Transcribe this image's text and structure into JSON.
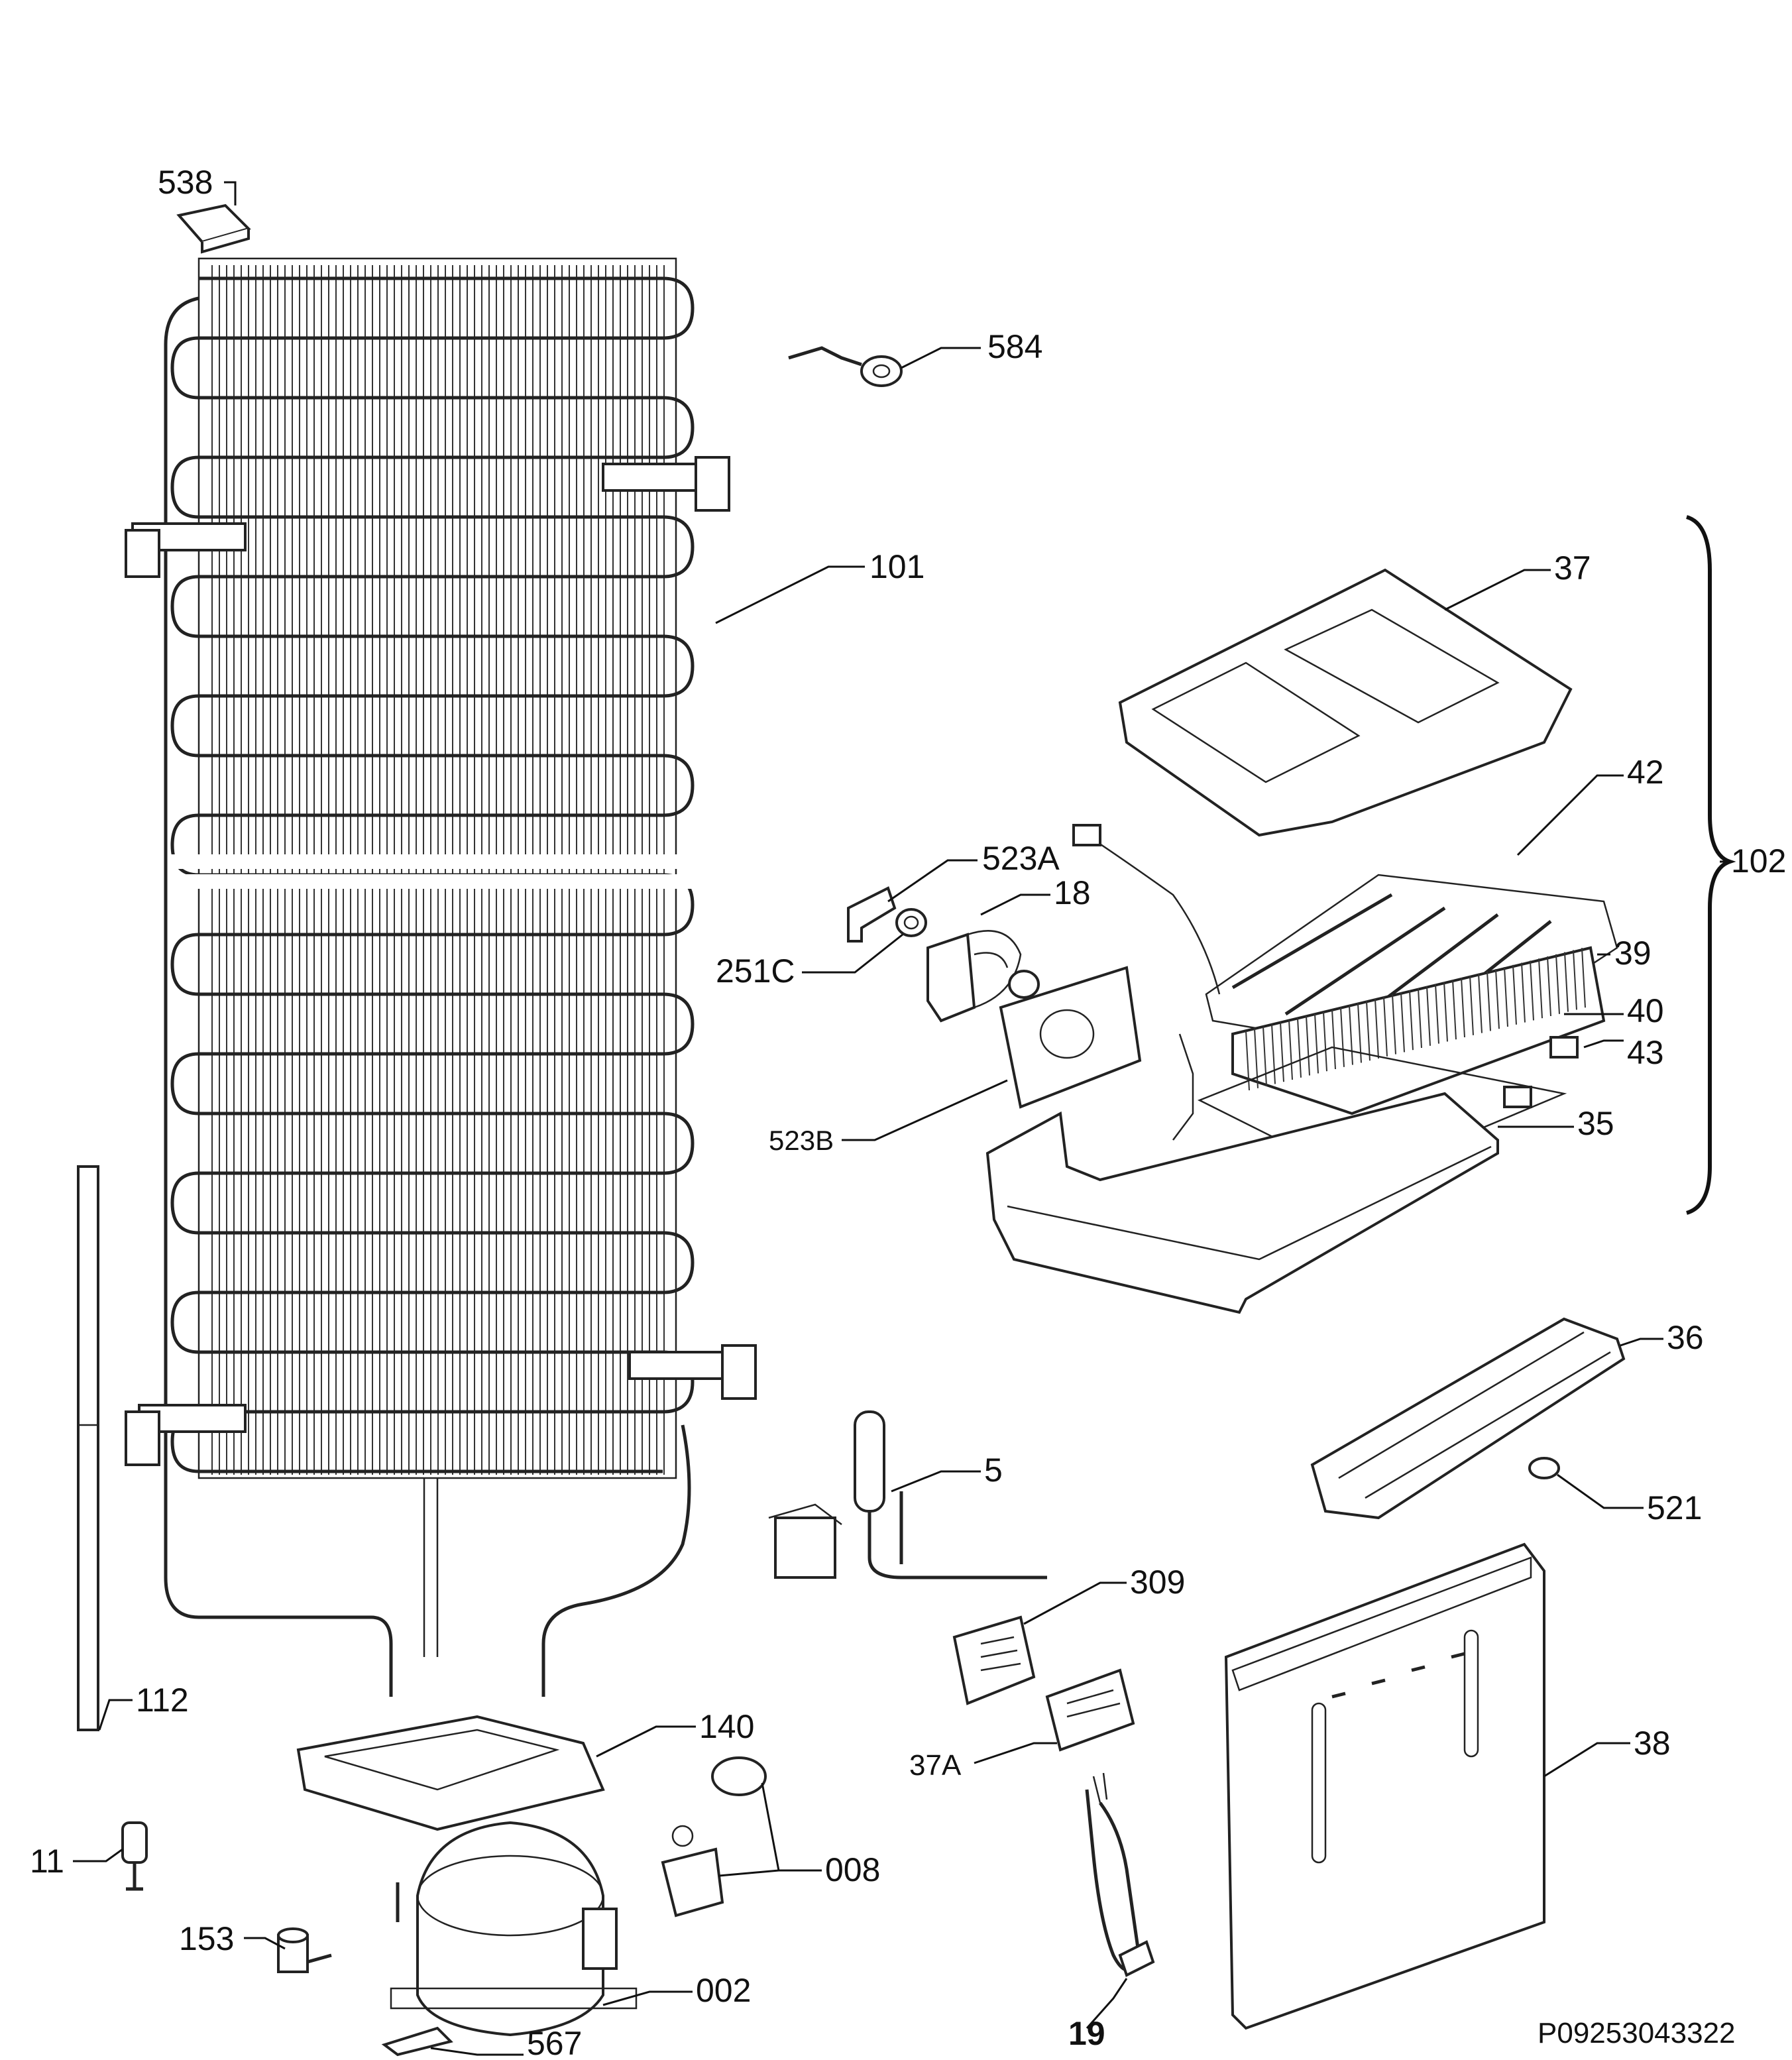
{
  "diagram": {
    "document_code": "P09253043322",
    "callouts": [
      {
        "id": "c538",
        "text": "538"
      },
      {
        "id": "c584",
        "text": "584"
      },
      {
        "id": "c101",
        "text": "101"
      },
      {
        "id": "c37",
        "text": "37"
      },
      {
        "id": "c42",
        "text": "42"
      },
      {
        "id": "c102",
        "text": "102"
      },
      {
        "id": "c523a",
        "text": "523A"
      },
      {
        "id": "c18",
        "text": "18"
      },
      {
        "id": "c251c",
        "text": "251C"
      },
      {
        "id": "c39",
        "text": "39"
      },
      {
        "id": "c40",
        "text": "40"
      },
      {
        "id": "c43",
        "text": "43"
      },
      {
        "id": "c523b",
        "text": "523B"
      },
      {
        "id": "c35",
        "text": "35"
      },
      {
        "id": "c36",
        "text": "36"
      },
      {
        "id": "c5",
        "text": "5"
      },
      {
        "id": "c521",
        "text": "521"
      },
      {
        "id": "c309",
        "text": "309"
      },
      {
        "id": "c112",
        "text": "112"
      },
      {
        "id": "c140",
        "text": "140"
      },
      {
        "id": "c37a",
        "text": "37A"
      },
      {
        "id": "c38",
        "text": "38"
      },
      {
        "id": "c11",
        "text": "11"
      },
      {
        "id": "c008",
        "text": "008"
      },
      {
        "id": "c153",
        "text": "153"
      },
      {
        "id": "c002",
        "text": "002"
      },
      {
        "id": "c19",
        "text": "19"
      },
      {
        "id": "c567",
        "text": "567"
      }
    ]
  }
}
